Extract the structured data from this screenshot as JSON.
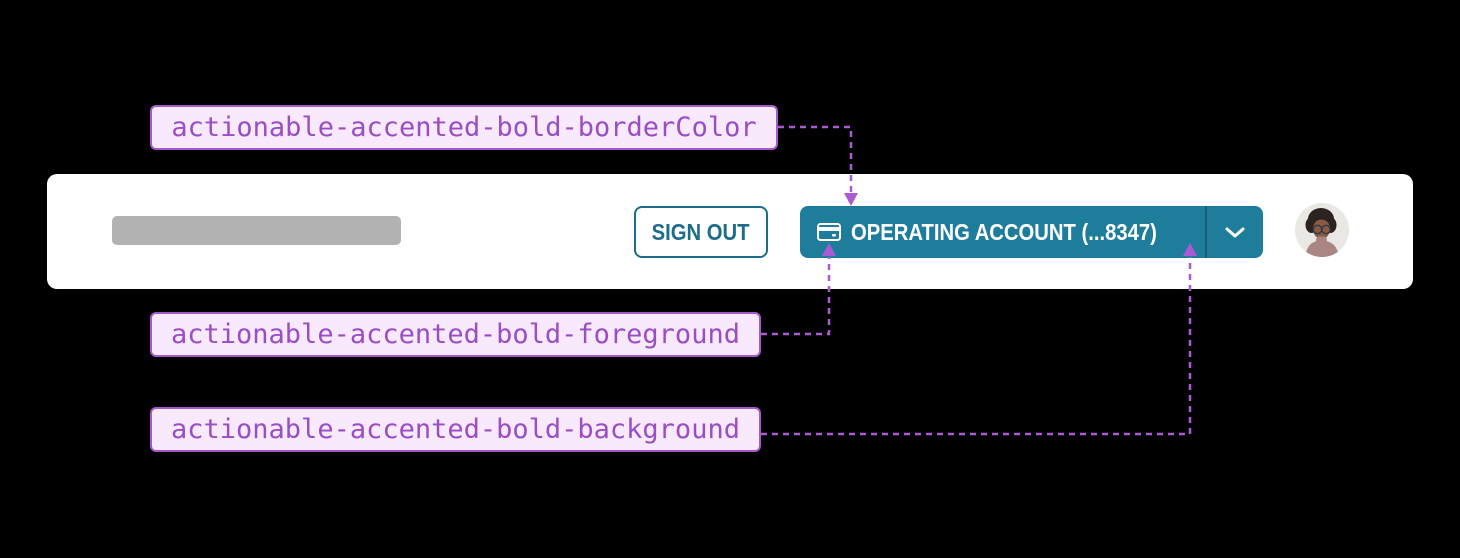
{
  "colors": {
    "page_background": "#000000",
    "bar_background": "#ffffff",
    "accent_teal": "#1f7d9c",
    "signout_teal": "#1c6c8a",
    "button_foreground": "#ffffff",
    "divider_teal": "#145f79",
    "skeleton_gray": "#b2b2b2",
    "annotation_border": "#a557cb",
    "annotation_background": "#f8e9fc",
    "annotation_text": "#9a4ec5",
    "connector": "#ab5ad3"
  },
  "header": {
    "signout_button": {
      "label": "SIGN OUT"
    },
    "account_button": {
      "label": "OPERATING ACCOUNT (...8347)",
      "icon": "credit-card-icon",
      "dropdown_icon": "chevron-down-icon"
    },
    "avatar": "user-avatar-photo"
  },
  "annotations": [
    {
      "token": "actionable-accented-bold-borderColor"
    },
    {
      "token": "actionable-accented-bold-foreground"
    },
    {
      "token": "actionable-accented-bold-background"
    }
  ]
}
